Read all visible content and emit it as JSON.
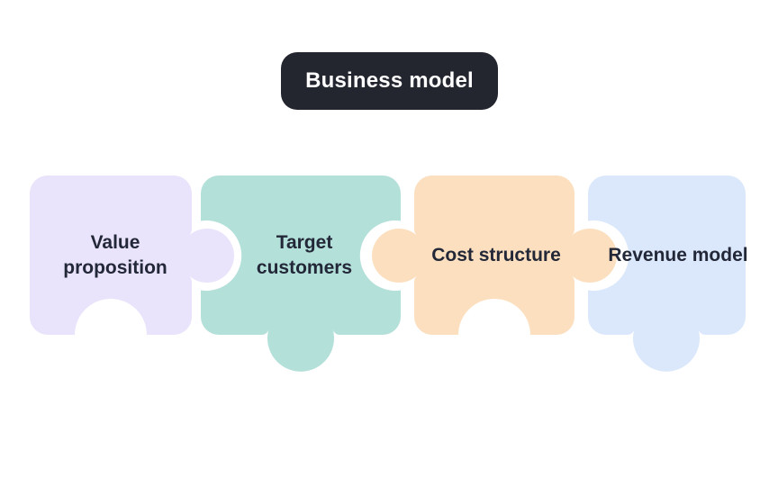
{
  "title": {
    "label": "Business model"
  },
  "colors": {
    "badge_bg": "#23252F",
    "badge_text": "#FFFFFF",
    "label_text": "#232838",
    "background": "#FFFFFF"
  },
  "pieces": [
    {
      "label": "Value proposition",
      "color": "#E9E3FB"
    },
    {
      "label": "Target customers",
      "color": "#B4E0DA"
    },
    {
      "label": "Cost structure",
      "color": "#FCDFBE"
    },
    {
      "label": "Revenue model",
      "color": "#DBE8FB"
    }
  ]
}
